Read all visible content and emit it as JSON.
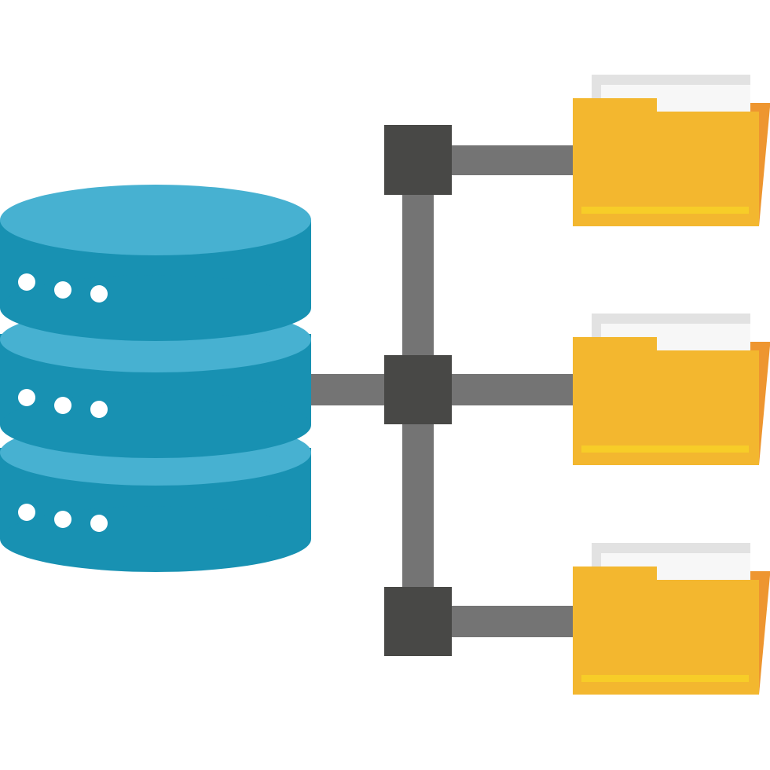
{
  "colors": {
    "background": "#ffffff",
    "db_top": "#47b1d1",
    "db_body": "#1891b2",
    "db_dot": "#ffffff",
    "connector_line": "#747474",
    "connector_node": "#484846",
    "folder_front": "#f3b72f",
    "folder_back": "#ee9630",
    "folder_stripe": "#f7cd28",
    "paper_back": "#e2e2e2",
    "paper_front": "#f7f7f7"
  },
  "icons": {
    "database": "database-icon",
    "folder": "folder-icon",
    "connector_node": "connector-node-icon"
  },
  "database": {
    "disks": 3,
    "dots_per_disk": 3
  },
  "folders": [
    {
      "id": "folder-top"
    },
    {
      "id": "folder-middle"
    },
    {
      "id": "folder-bottom"
    }
  ]
}
